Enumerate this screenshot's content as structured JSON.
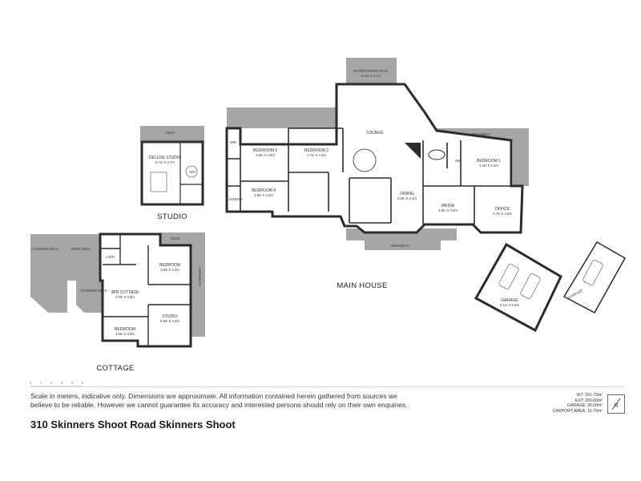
{
  "sections": {
    "studio": "STUDIO",
    "cottage": "COTTAGE",
    "main_house": "MAIN HOUSE"
  },
  "rooms": {
    "entertaining_deck": "ENTERTAINING DECK",
    "entertaining_deck_dim": "6.1m X 3.7m",
    "lounge": "LOUNGE",
    "verandah": "VERANDAH",
    "wir": "WIR",
    "bedroom3": "BEDROOM 3",
    "bedroom3_dim": "4.6m X 4.3m",
    "bedroom2": "BEDROOM 2",
    "bedroom2_dim": "4.7m X 4.4m",
    "bedroom4": "BEDROOM 4",
    "bedroom4_dim": "3.6m X 3.4m",
    "laundry": "LAUNDRY",
    "dining": "DINING",
    "dining_dim": "8.3m X 3.1m",
    "media": "MEDIA",
    "media_dim": "4.8m X 4.4m",
    "bedroom1": "BEDROOM 1",
    "bedroom1_dim": "4.3m X 4.2m",
    "office": "OFFICE",
    "office_dim": "4.7m X 4.6m",
    "garage": "GARAGE",
    "garage_dim": "6.1m X 6.0m",
    "carport": "CARPORT",
    "deck": "DECK",
    "deluxe_studio": "DELUXE STUDIO",
    "deluxe_studio_dim": "5.7m X 3.7m",
    "spa": "SPA",
    "covered_deck": "COVERED DECK",
    "open_deck": "OPEN DECK",
    "ldry": "L'DRY",
    "cottage_bedroom": "BEDROOM",
    "cottage_bedroom_dim": "3.8m X 3.4m",
    "cottage_bedroom2_dim": "4.0m X 3.0m",
    "br_cottage": "3BR COTTAGE",
    "br_cottage_dim": "4.0m X 3.8m",
    "studio_room": "STUDIO",
    "studio_room_dim": "5.9m X 4.0m"
  },
  "scale_ticks": [
    "0",
    "1",
    "2",
    "3",
    "4",
    "5"
  ],
  "disclaimer": {
    "line1": "Scale in meters, indicative only. Dimensions are approximate. All information contained herein gathered from sources we",
    "line2": "believe to be reliable. However we cannot guarantee its accuracy and interested persons should rely on their own enquiries."
  },
  "address": "310 Skinners Shoot Road Skinners Shoot",
  "areas": {
    "int": "INT: 391.70m²",
    "ext": "EXT: 200.00m²",
    "garage": "GARAGE: 36.60m²",
    "carport": "CARPORT AREA: 16.70m²"
  },
  "north_label": "N",
  "colors": {
    "wall": "#2b2b2b",
    "outdoor": "#a6a6a6",
    "floor": "#ffffff"
  }
}
